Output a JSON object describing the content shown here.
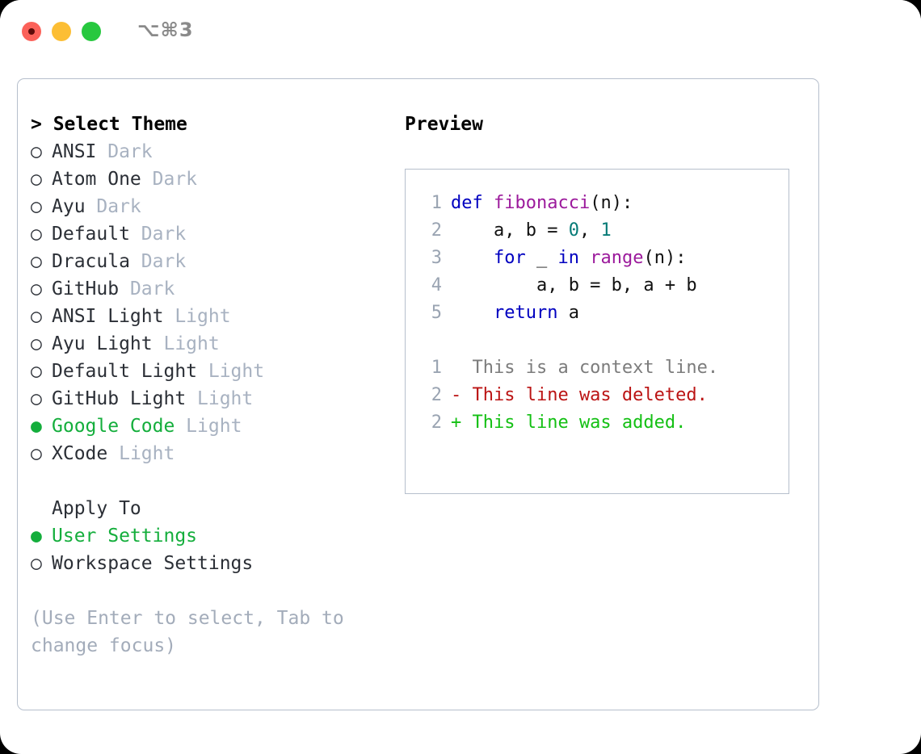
{
  "titlebar": {
    "shortcut": "⌥⌘3",
    "lights": [
      "close-red",
      "minimize-yellow",
      "maximize-green"
    ]
  },
  "theme_selector": {
    "header": "> Select Theme",
    "items": [
      {
        "marker": "○",
        "selected": false,
        "name": "ANSI",
        "suffix": "Dark"
      },
      {
        "marker": "○",
        "selected": false,
        "name": "Atom One",
        "suffix": "Dark"
      },
      {
        "marker": "○",
        "selected": false,
        "name": "Ayu",
        "suffix": "Dark"
      },
      {
        "marker": "○",
        "selected": false,
        "name": "Default",
        "suffix": "Dark"
      },
      {
        "marker": "○",
        "selected": false,
        "name": "Dracula",
        "suffix": "Dark"
      },
      {
        "marker": "○",
        "selected": false,
        "name": "GitHub",
        "suffix": "Dark"
      },
      {
        "marker": "○",
        "selected": false,
        "name": "ANSI Light",
        "suffix": "Light"
      },
      {
        "marker": "○",
        "selected": false,
        "name": "Ayu Light",
        "suffix": "Light"
      },
      {
        "marker": "○",
        "selected": false,
        "name": "Default Light",
        "suffix": "Light"
      },
      {
        "marker": "○",
        "selected": false,
        "name": "GitHub Light",
        "suffix": "Light"
      },
      {
        "marker": "●",
        "selected": true,
        "name": "Google Code",
        "suffix": "Light"
      },
      {
        "marker": "○",
        "selected": false,
        "name": "XCode",
        "suffix": "Light"
      }
    ]
  },
  "apply_to": {
    "header": "Apply To",
    "items": [
      {
        "marker": "●",
        "selected": true,
        "name": "User Settings"
      },
      {
        "marker": "○",
        "selected": false,
        "name": "Workspace Settings"
      }
    ]
  },
  "hint": "(Use Enter to select, Tab to change focus)",
  "preview": {
    "title": "Preview",
    "code_lines": [
      {
        "num": "1",
        "tokens": [
          {
            "t": "def",
            "c": "kw"
          },
          {
            "t": " ",
            "c": "pln"
          },
          {
            "t": "fibonacci",
            "c": "fn"
          },
          {
            "t": "(n):",
            "c": "pln"
          }
        ]
      },
      {
        "num": "2",
        "tokens": [
          {
            "t": "    a, b = ",
            "c": "pln"
          },
          {
            "t": "0",
            "c": "num"
          },
          {
            "t": ", ",
            "c": "pln"
          },
          {
            "t": "1",
            "c": "num"
          }
        ]
      },
      {
        "num": "3",
        "tokens": [
          {
            "t": "    ",
            "c": "pln"
          },
          {
            "t": "for",
            "c": "kw"
          },
          {
            "t": " _ ",
            "c": "pln"
          },
          {
            "t": "in",
            "c": "kw"
          },
          {
            "t": " ",
            "c": "pln"
          },
          {
            "t": "range",
            "c": "fn"
          },
          {
            "t": "(n):",
            "c": "pln"
          }
        ]
      },
      {
        "num": "4",
        "tokens": [
          {
            "t": "        a, b = b, a + b",
            "c": "pln"
          }
        ]
      },
      {
        "num": "5",
        "tokens": [
          {
            "t": "    ",
            "c": "pln"
          },
          {
            "t": "return",
            "c": "kw"
          },
          {
            "t": " a",
            "c": "pln"
          }
        ]
      }
    ],
    "diff_lines": [
      {
        "num": "1",
        "sign": "  ",
        "text": "This is a context line.",
        "cls": "ctx"
      },
      {
        "num": "2",
        "sign": "- ",
        "text": "This line was deleted.",
        "cls": "del"
      },
      {
        "num": "2",
        "sign": "+ ",
        "text": "This line was added.",
        "cls": "add"
      }
    ]
  },
  "colors": {
    "accent_green": "#14ae3c",
    "muted": "#a8b2c1",
    "border": "#b6bfcc",
    "keyword": "#0000c0",
    "function": "#9c1a9c",
    "number": "#067b77",
    "diff_add": "#14c014",
    "diff_del": "#bb1414",
    "diff_ctx": "#7c7c7c"
  }
}
